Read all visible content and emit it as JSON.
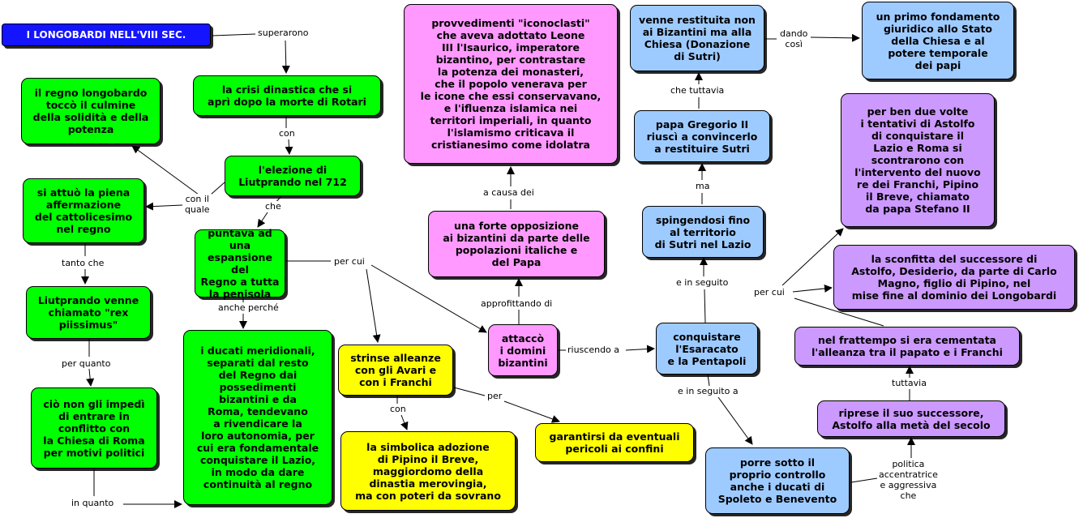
{
  "nodes": {
    "title": "I LONGOBARDI NELL'VIII SEC.",
    "crisi": "la crisi dinastica che si\naprì dopo la morte di Rotari",
    "elezione": "l'elezione di\nLiutprando nel 712",
    "culmine": "il regno longobardo\ntoccò il culmine\ndella solidità e della\npotenza",
    "cattolicesimo": "si attuò la piena\naffermazione\ndel cattolicesimo\nnel regno",
    "rex": "Liutprando venne\nchiamato \"rex\npiissimus\"",
    "conflitto": "ciò non gli impedì\ndi entrare in\nconflitto con\nla Chiesa di Roma\nper motivi politici",
    "espansione": "puntava ad una\nespansione del\nRegno a tutta\nla penisola",
    "ducati": "i ducati meridionali,\nseparati dal resto\ndel Regno dai\npossedimenti\nbizantini e da\nRoma, tendevano\na rivendicare la\nloro autonomia, per\ncui era fondamentale\nconquistare il Lazio,\nin modo da dare\ncontinuità al regno",
    "alleanze": "strinse alleanze\ncon gli Avari e\ncon i Franchi",
    "adozione": "la simbolica adozione\ndi Pipino il Breve,\nmaggiordomo della\ndinastia merovingia,\nma con poteri da sovrano",
    "garantirsi": "garantirsi da eventuali\npericoli ai confini",
    "attacco": "attaccò\ni domini\nbizantini",
    "opposizione": "una forte opposizione\nai bizantini da parte delle\npopolazioni italiche e\ndel Papa",
    "iconoclasti": "provvedimenti \"iconoclasti\"\nche aveva adottato Leone\nIII l'Isaurico, imperatore\nbizantino, per contrastare\nla potenza dei monasteri,\nche il popolo venerava per\nle icone che essi conservavano,\ne l'ifluenza islamica nei\nterritori imperiali, in quanto\nl'islamismo  criticava il\ncristianesimo come idolatra",
    "esarcato": "conquistare\nl'Esaracato\ne la Pentapoli",
    "spoleto": "porre sotto il\nproprio controllo\nanche i ducati di\nSpoleto e Benevento",
    "sutri_lazio": "spingendosi fino\nal territorio\ndi Sutri nel Lazio",
    "gregorio": "papa Gregorio II\nriuscì a convincerlo\na restituire Sutri",
    "restituita": "venne restituita non\nai Bizantini ma alla\nChiesa  (Donazione\ndi Sutri)",
    "fondamento": "un primo fondamento\ngiuridico allo Stato\ndella Chiesa e al\npotere temporale\ndei papi",
    "astolfo_tentativi": "per ben due volte\ni tentativi di Astolfo\ndi conquistare il\nLazio e Roma  si\nscontrarono con\nl'intervento del nuovo\nre dei Franchi, Pipino\nil Breve, chiamato\nda papa Stefano II",
    "sconfitta": "la sconfitta del successore di\nAstolfo, Desiderio, da parte di Carlo\nMagno, figlio di Pipino, nel\nmise fine al dominio dei Longobardi",
    "alleanza_papato": "nel frattempo si era cementata\nl'alleanza tra il papato e i Franchi",
    "riprese": "riprese il suo successore,\nAstolfo alla metà del secolo"
  },
  "links": {
    "superarono": "superarono",
    "con1": "con",
    "con_il_quale": "con il\nquale",
    "che": "che",
    "tanto_che": "tanto che",
    "per_quanto": "per quanto",
    "in_quanto": "in quanto",
    "anche_perche": "anche perché",
    "per_cui1": "per cui",
    "con2": "con",
    "per": "per",
    "approfittando_di": "approfittando di",
    "a_causa_dei": "a causa dei",
    "riuscendo_a": "riuscendo a",
    "e_in_seguito": "e in seguito",
    "e_in_seguito_a": "e in seguito a",
    "ma": "ma",
    "che_tuttavia": "che tuttavia",
    "dando_cosi": "dando\ncosì",
    "per_cui2": "per cui",
    "tuttavia": "tuttavia",
    "politica": "politica\naccentratrice\ne aggressiva\nche"
  },
  "colors": {
    "green": "#00ff00",
    "blue": "#9ecbff",
    "pink": "#ff99ff",
    "yellow": "#ffff00",
    "violet": "#cc99ff",
    "title": "#1414ff"
  }
}
